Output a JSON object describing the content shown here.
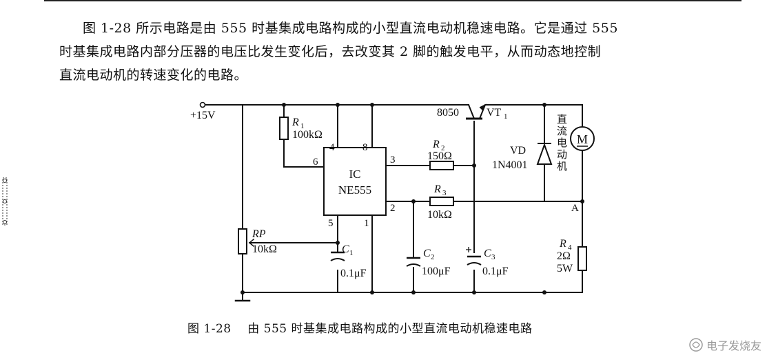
{
  "paragraph": {
    "line1": "图 1-28 所示电路是由 555 时基集成电路构成的小型直流电动机稳速电路。它是通过 555",
    "line2": "时基集成电路内部分压器的电压比发生变化后，去改变其 2 脚的触发电平，从而动态地控制",
    "line3": "直流电动机的转速变化的电路。"
  },
  "circuit": {
    "supply": "+15V",
    "r1": {
      "name": "R",
      "sub": "1",
      "value": "100kΩ"
    },
    "ic": {
      "name": "IC",
      "part": "NE555"
    },
    "pins": {
      "p4": "4",
      "p8": "8",
      "p6": "6",
      "p3": "3",
      "p2": "2",
      "p5": "5",
      "p1": "1"
    },
    "r2": {
      "name": "R",
      "sub": "2",
      "value": "150Ω"
    },
    "r3": {
      "name": "R",
      "sub": "3",
      "value": "10kΩ"
    },
    "transistor": {
      "type": "8050",
      "name": "VT",
      "sub": "1"
    },
    "diode": {
      "name": "VD",
      "part": "1N4001"
    },
    "motor": {
      "label": "直流电动机",
      "symbol": "M"
    },
    "node_a": "A",
    "rp": {
      "name": "RP",
      "value": "10kΩ"
    },
    "c1": {
      "name": "C",
      "sub": "1",
      "value": "0.1μF"
    },
    "c2": {
      "name": "C",
      "sub": "2",
      "value": "100μF"
    },
    "c3": {
      "name": "C",
      "sub": "3",
      "value": "0.1μF"
    },
    "r4": {
      "name": "R",
      "sub": "4",
      "value": "2Ω",
      "power": "5W"
    }
  },
  "caption": {
    "fig": "图 1-28",
    "title": "由 555 时基集成电路构成的小型直流电动机稳速电路"
  },
  "watermark": "电子发烧友"
}
